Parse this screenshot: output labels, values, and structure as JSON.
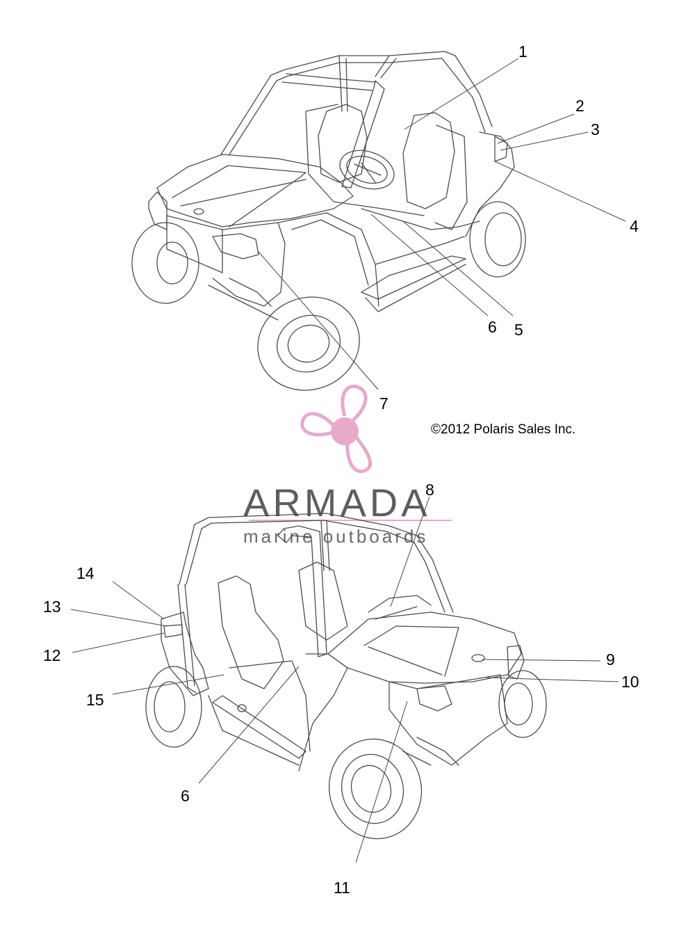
{
  "copyright": "©2012 Polaris Sales Inc.",
  "watermark": {
    "title": "ARMADA",
    "subtitle": "marine outboards",
    "logo_icon": "propeller-logo-icon",
    "accent_color": "#e8a9cb",
    "text_color": "#5e5e5e"
  },
  "top_view": {
    "callouts": [
      {
        "id": "c1",
        "label": "1"
      },
      {
        "id": "c2",
        "label": "2"
      },
      {
        "id": "c3",
        "label": "3"
      },
      {
        "id": "c4",
        "label": "4"
      },
      {
        "id": "c5",
        "label": "5"
      },
      {
        "id": "c6",
        "label": "6"
      },
      {
        "id": "c7",
        "label": "7"
      }
    ]
  },
  "bottom_view": {
    "callouts": [
      {
        "id": "c8",
        "label": "8"
      },
      {
        "id": "c9",
        "label": "9"
      },
      {
        "id": "c10",
        "label": "10"
      },
      {
        "id": "c11",
        "label": "11"
      },
      {
        "id": "c6b",
        "label": "6"
      },
      {
        "id": "c12",
        "label": "12"
      },
      {
        "id": "c13",
        "label": "13"
      },
      {
        "id": "c14",
        "label": "14"
      },
      {
        "id": "c15",
        "label": "15"
      }
    ]
  }
}
